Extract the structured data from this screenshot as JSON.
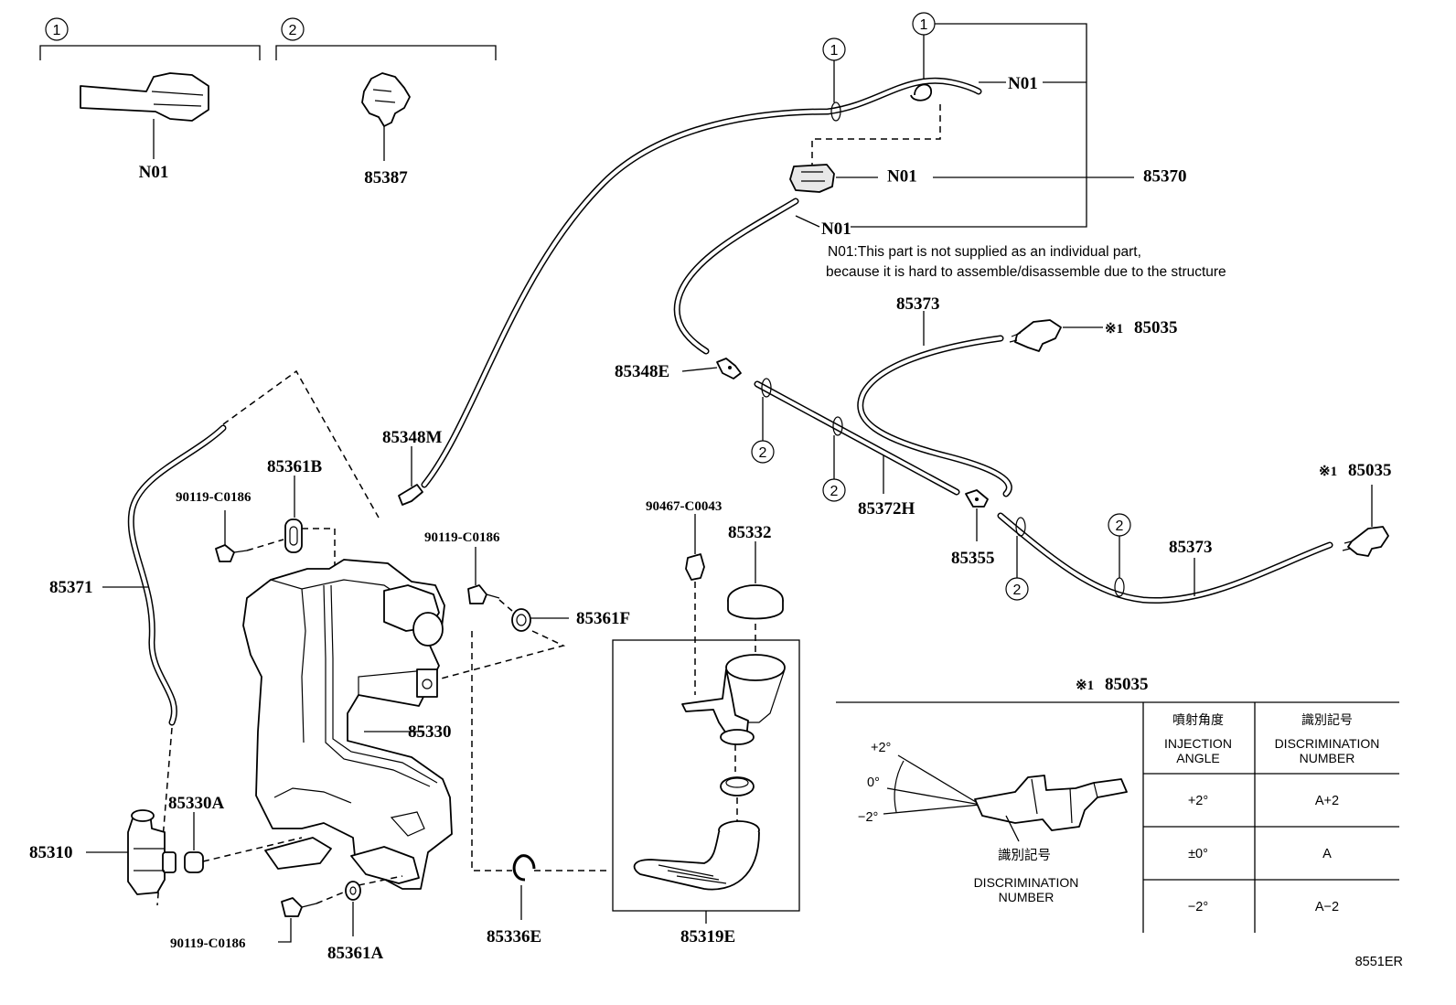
{
  "diagram_id": "8551ER",
  "part_numbers": {
    "n01_a": "N01",
    "n01_b": "N01",
    "n01_c": "N01",
    "n01_d": "N01",
    "p85387": "85387",
    "p85370": "85370",
    "p85373_a": "85373",
    "p85373_b": "85373",
    "p85035_a": "85035",
    "p85035_b": "85035",
    "p85035_c": "85035",
    "p85348E": "85348E",
    "p85348M": "85348M",
    "p85361B": "85361B",
    "p90119_a": "90119-C0186",
    "p90119_b": "90119-C0186",
    "p90119_c": "90119-C0186",
    "p85371": "85371",
    "p85361F": "85361F",
    "p90467": "90467-C0043",
    "p85332": "85332",
    "p85372H": "85372H",
    "p85355": "85355",
    "p85330": "85330",
    "p85330A": "85330A",
    "p85310": "85310",
    "p85361A": "85361A",
    "p85336E": "85336E",
    "p85319E": "85319E"
  },
  "ref_mark": "※1",
  "circle_marks": {
    "one": "1",
    "two": "2"
  },
  "note": {
    "line1": "N01:This part is not supplied as an individual part,",
    "line2": "because it is hard to assemble/disassemble due to the structure"
  },
  "table": {
    "title_mark": "※1",
    "title_part": "85035",
    "col1_jp": "噴射角度",
    "col1_en_1": "INJECTION",
    "col1_en_2": "ANGLE",
    "col2_jp": "識別記号",
    "col2_en_1": "DISCRIMINATION",
    "col2_en_2": "NUMBER",
    "rows": [
      {
        "angle": "+2°",
        "code": "A+2"
      },
      {
        "angle": "±0°",
        "code": "A"
      },
      {
        "angle": "−2°",
        "code": "A−2"
      }
    ],
    "nozzle_angles": {
      "plus": "+2°",
      "zero": "0°",
      "minus": "−2°"
    },
    "nozzle_label_jp": "識別記号",
    "nozzle_label_en_1": "DISCRIMINATION",
    "nozzle_label_en_2": "NUMBER"
  }
}
